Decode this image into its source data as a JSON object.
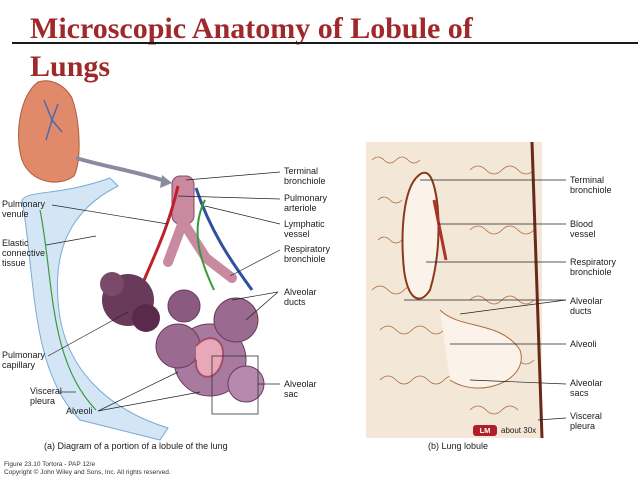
{
  "slide": {
    "title_line1": "Microscopic Anatomy of Lobule of",
    "title_line2": "Lungs"
  },
  "diagram": {
    "labels": {
      "terminal_bronchiole": "Terminal\nbronchiole",
      "pulmonary_arteriole": "Pulmonary\narteriole",
      "lymphatic_vessel": "Lymphatic\nvessel",
      "respiratory_bronchiole": "Respiratory\nbronchiole",
      "alveolar_ducts": "Alveolar\nducts",
      "alveolar_sac": "Alveolar\nsac",
      "pulmonary_venule": "Pulmonary\nvenule",
      "elastic_connective_tissue": "Elastic\nconnective\ntissue",
      "pulmonary_capillary": "Pulmonary\ncapillary",
      "visceral_pleura": "Visceral\npleura",
      "alveoli": "Alveoli"
    },
    "caption": "(a) Diagram of a portion of a lobule of the lung"
  },
  "micrograph": {
    "labels": {
      "terminal_bronchiole": "Terminal\nbronchiole",
      "blood_vessel": "Blood\nvessel",
      "respiratory_bronchiole": "Respiratory\nbronchiole",
      "alveolar_ducts": "Alveolar\nducts",
      "alveoli": "Alveoli",
      "alveolar_sacs": "Alveolar\nsacs",
      "visceral_pleura": "Visceral\npleura"
    },
    "badge": "LM",
    "magnification": "about 30x",
    "caption": "(b) Lung lobule"
  },
  "credit": {
    "line1": "Figure 23.10  Tortora - PAP 12/e",
    "line2": "Copyright © John Wiley and Sons, Inc. All rights reserved."
  },
  "colors": {
    "title": "#a0282a",
    "artery_red": "#c0202a",
    "vein_blue": "#2f4fa0",
    "lymph_green": "#3a9a3a",
    "alveolus_purple": "#8a5a7a",
    "tissue_stain": "#b06a3a",
    "pleura_blue": "#a9c9e8"
  }
}
